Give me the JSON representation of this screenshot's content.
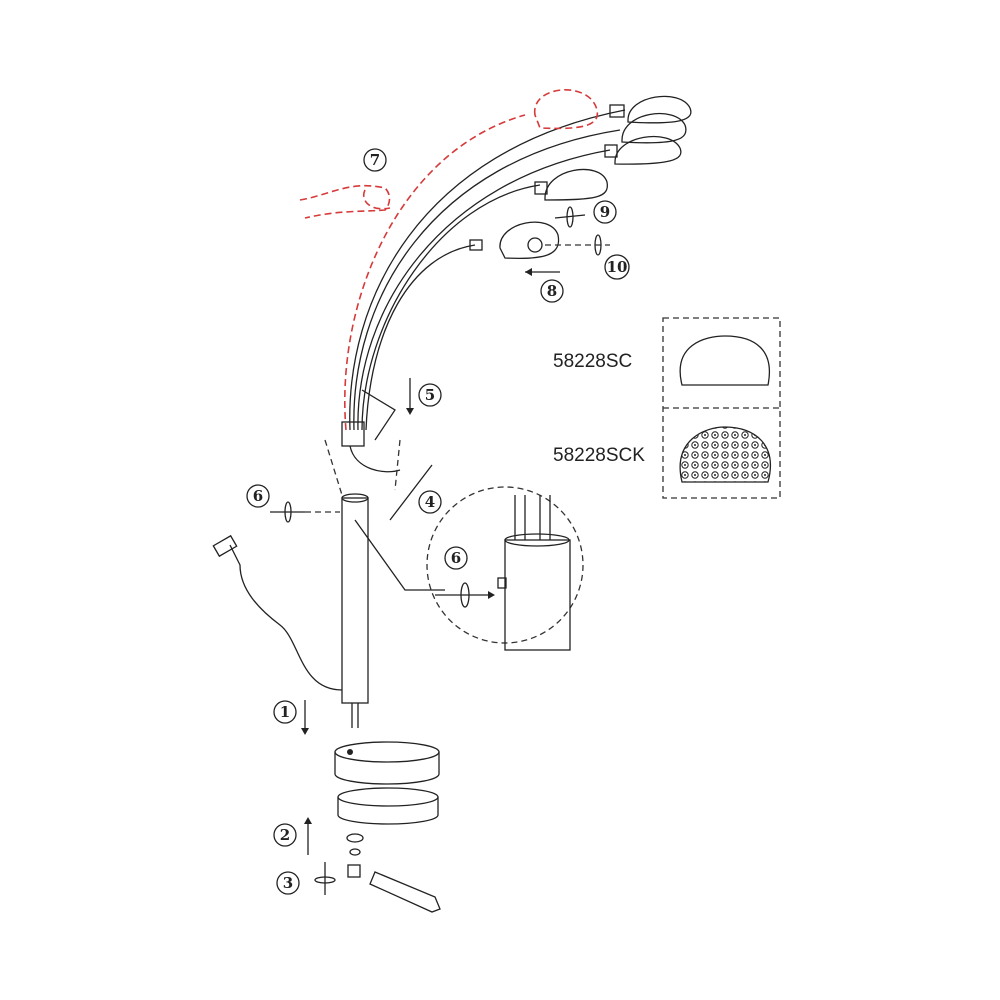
{
  "steps": {
    "s1": "1",
    "s2": "2",
    "s3": "3",
    "s4": "4",
    "s5": "5",
    "s6a": "6",
    "s6b": "6",
    "s7": "7",
    "s8": "8",
    "s9": "9",
    "s10": "10"
  },
  "variants": [
    {
      "model": "58228SC",
      "shade": "smooth"
    },
    {
      "model": "58228SCK",
      "shade": "textured"
    }
  ],
  "colors": {
    "line": "#222222",
    "highlight": "#d63a3a"
  }
}
